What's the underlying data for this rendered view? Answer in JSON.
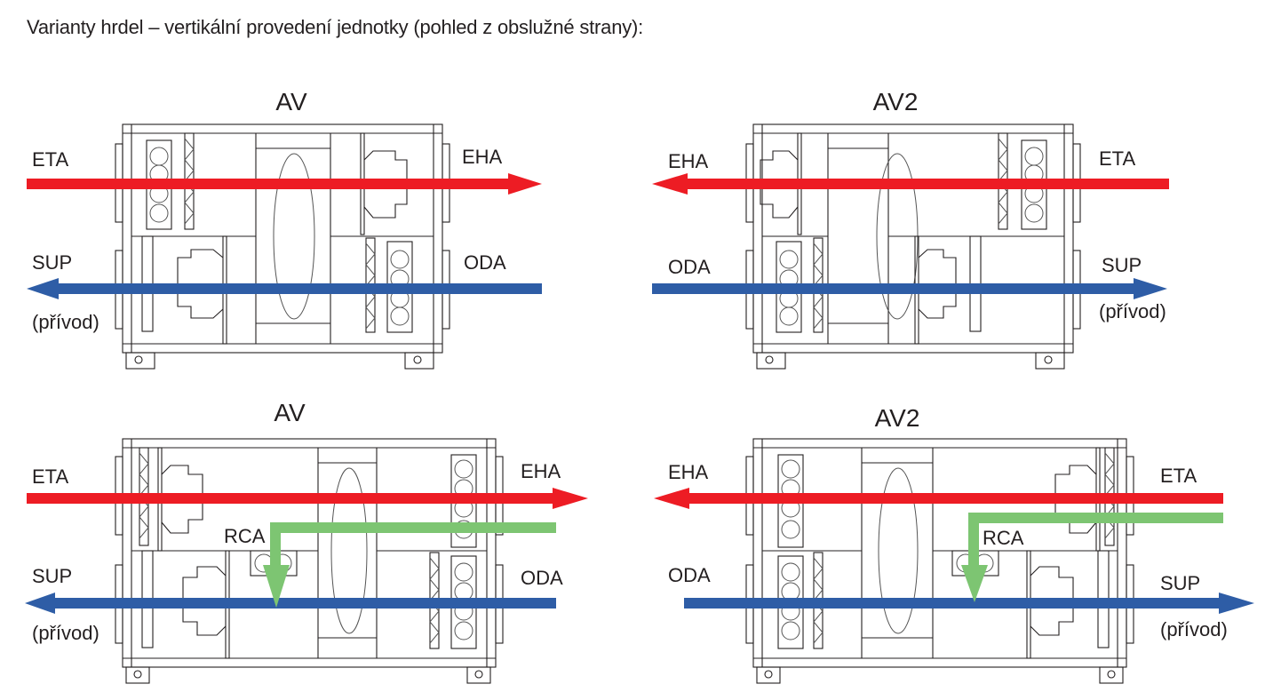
{
  "title": "Varianty hrdel – vertikální provedení jednotky (pohled z obslužné strany):",
  "colors": {
    "extract_air": "#ed1c24",
    "supply_air": "#2e5da6",
    "recirculation_air": "#7dc572",
    "outline": "#231f20"
  },
  "variants": [
    {
      "title": "AV",
      "recirculation": false,
      "top_left": "ETA",
      "top_right": "EHA",
      "bottom_left": "SUP",
      "bottom_left_note": "(přívod)",
      "bottom_right": "ODA",
      "extract_direction": "right",
      "supply_direction": "left"
    },
    {
      "title": "AV2",
      "recirculation": false,
      "top_left": "EHA",
      "top_right": "ETA",
      "bottom_left": "ODA",
      "bottom_right": "SUP",
      "bottom_right_note": "(přívod)",
      "extract_direction": "left",
      "supply_direction": "right"
    },
    {
      "title": "AV",
      "recirculation": true,
      "recirculation_label": "RCA",
      "top_left": "ETA",
      "top_right": "EHA",
      "bottom_left": "SUP",
      "bottom_left_note": "(přívod)",
      "bottom_right": "ODA",
      "extract_direction": "right",
      "supply_direction": "left"
    },
    {
      "title": "AV2",
      "recirculation": true,
      "recirculation_label": "RCA",
      "top_left": "EHA",
      "top_right": "ETA",
      "bottom_left": "ODA",
      "bottom_right": "SUP",
      "bottom_right_note": "(přívod)",
      "extract_direction": "left",
      "supply_direction": "right"
    }
  ]
}
